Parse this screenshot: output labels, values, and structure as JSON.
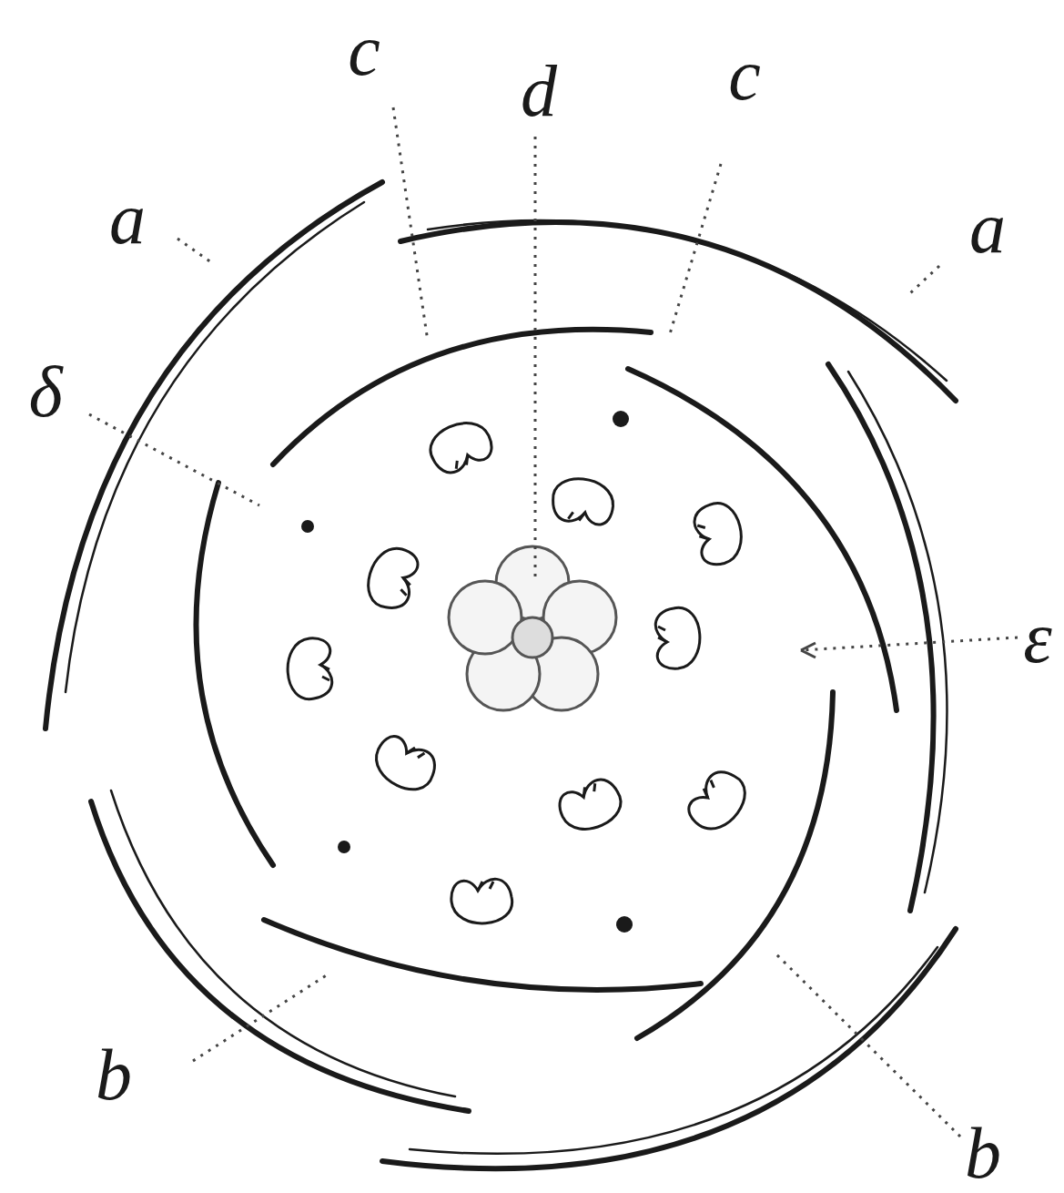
{
  "diagram": {
    "labels": [
      "c",
      "d",
      "c",
      "a",
      "a",
      "δ",
      "ε",
      "b",
      "b"
    ]
  }
}
